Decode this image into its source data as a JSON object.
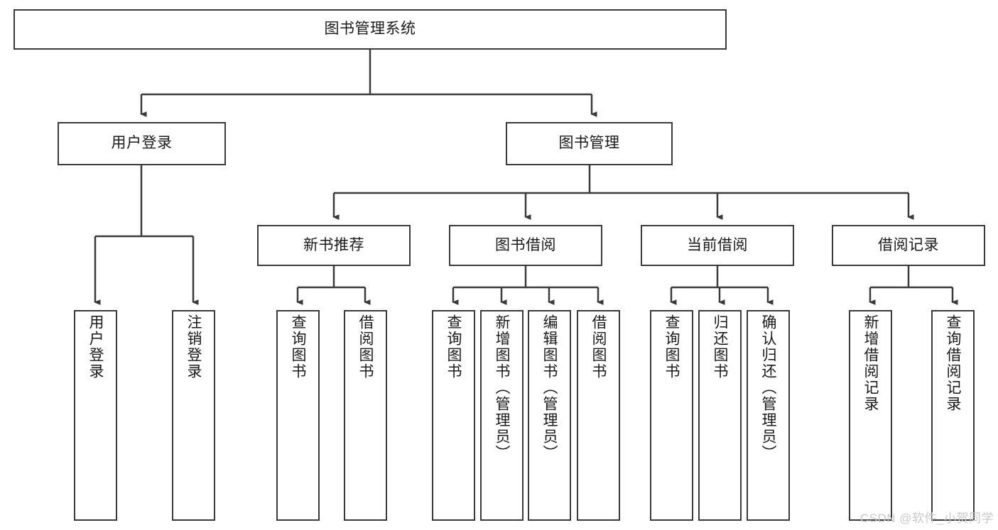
{
  "diagram": {
    "type": "tree-hierarchy",
    "orientation": "top-down",
    "style": {
      "box_border_color": "#3a3a3a",
      "box_fill_color": "#ffffff",
      "connector_color": "#3a3a3a",
      "background_color": "#ffffff",
      "text_color": "#1a1a1a"
    },
    "root": {
      "label": "图书管理系统"
    },
    "level2": [
      {
        "label": "用户登录"
      },
      {
        "label": "图书管理"
      }
    ],
    "level3": [
      {
        "label": "新书推荐"
      },
      {
        "label": "图书借阅"
      },
      {
        "label": "当前借阅"
      },
      {
        "label": "借阅记录"
      }
    ],
    "leaves": {
      "user_login": [
        {
          "label": "用户登录"
        },
        {
          "label": "注销登录"
        }
      ],
      "new_book_recommend": [
        {
          "label": "查询图书"
        },
        {
          "label": "借阅图书"
        }
      ],
      "book_borrow": [
        {
          "label": "查询图书"
        },
        {
          "label": "新增图书（管理员）"
        },
        {
          "label": "编辑图书（管理员）"
        },
        {
          "label": "借阅图书"
        }
      ],
      "current_borrow": [
        {
          "label": "查询图书"
        },
        {
          "label": "归还图书"
        },
        {
          "label": "确认归还（管理员）"
        }
      ],
      "borrow_record": [
        {
          "label": "新增借阅记录"
        },
        {
          "label": "查询借阅记录"
        }
      ]
    }
  },
  "watermark": {
    "text": "CSDN @软件_小贺同学"
  }
}
